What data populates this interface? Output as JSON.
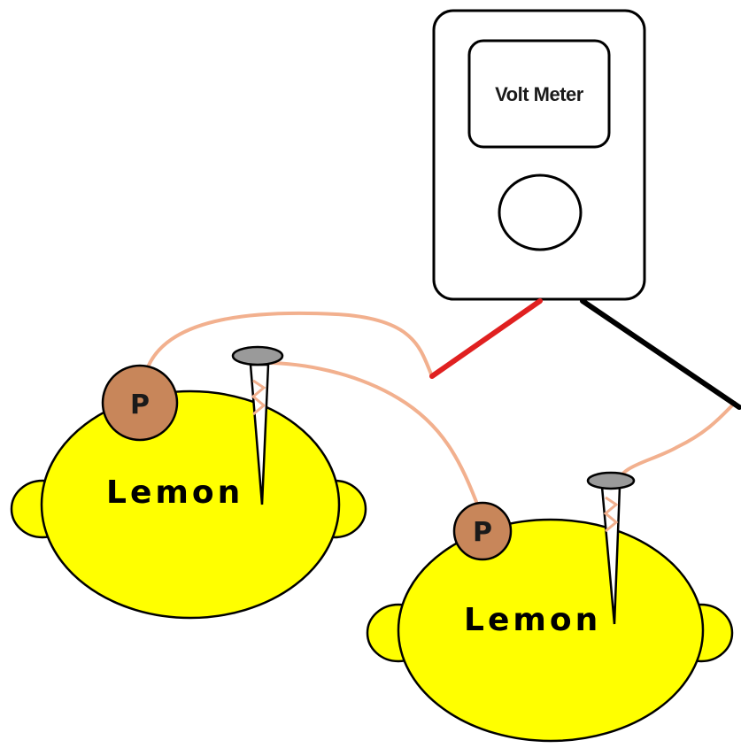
{
  "meter": {
    "label": "Volt Meter"
  },
  "lemons": [
    {
      "label": "Lemon",
      "penny_label": "P"
    },
    {
      "label": "Lemon",
      "penny_label": "P"
    }
  ],
  "colors": {
    "background": "#ffffff",
    "lemon": "#ffff00",
    "penny": "#c8865a",
    "wire": "#f2b08e",
    "red_lead": "#e02020",
    "black_lead": "#000000",
    "nail": "#9a9a9a"
  }
}
